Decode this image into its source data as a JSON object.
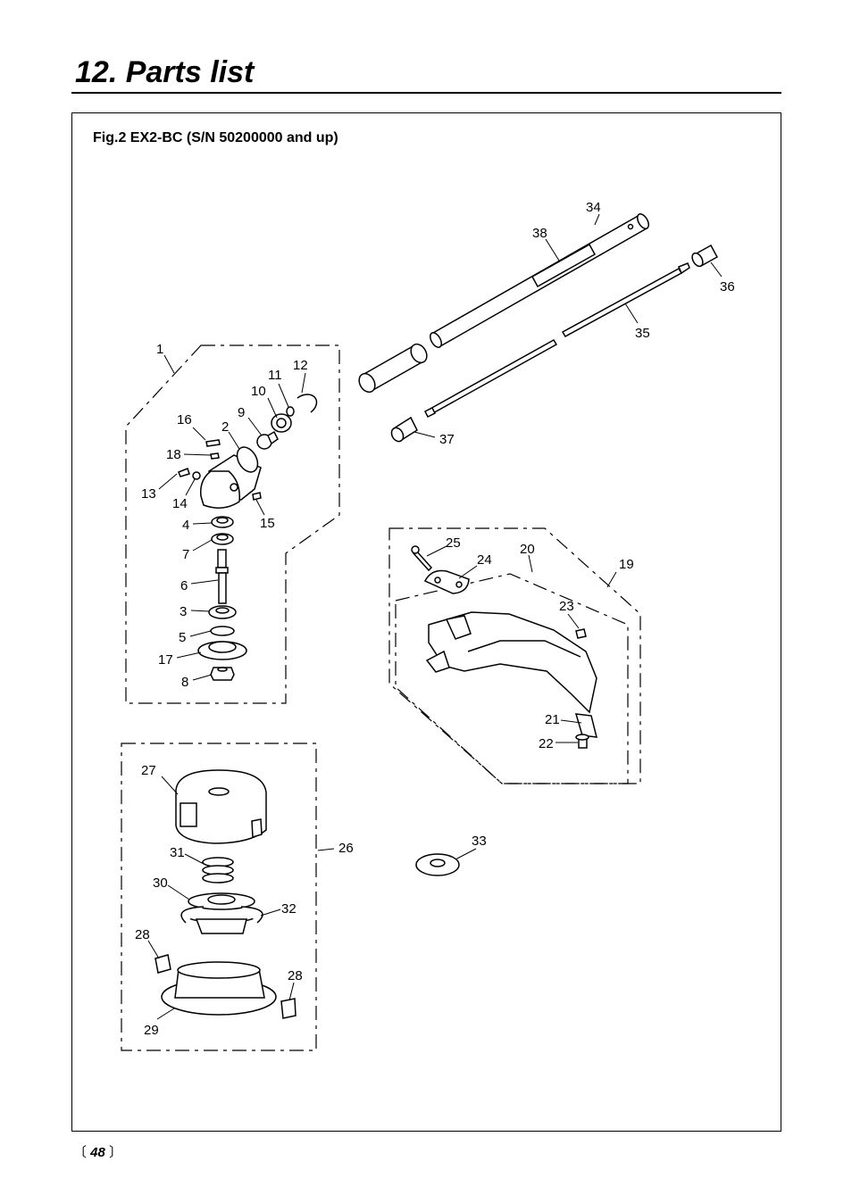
{
  "header": {
    "title": "12. Parts list"
  },
  "figure": {
    "caption": "Fig.2 EX2-BC  (S/N 50200000 and up)"
  },
  "callouts": {
    "p1": "1",
    "p2": "2",
    "p3": "3",
    "p4": "4",
    "p5": "5",
    "p6": "6",
    "p7": "7",
    "p8": "8",
    "p9": "9",
    "p10": "10",
    "p11": "11",
    "p12": "12",
    "p13": "13",
    "p14": "14",
    "p15": "15",
    "p16": "16",
    "p17": "17",
    "p18": "18",
    "p19": "19",
    "p20": "20",
    "p21": "21",
    "p22": "22",
    "p23": "23",
    "p24": "24",
    "p25": "25",
    "p26": "26",
    "p27": "27",
    "p28a": "28",
    "p28b": "28",
    "p29": "29",
    "p30": "30",
    "p31": "31",
    "p32": "32",
    "p33": "33",
    "p34": "34",
    "p35": "35",
    "p36": "36",
    "p37": "37",
    "p38": "38"
  },
  "footer": {
    "page_number": "48"
  }
}
